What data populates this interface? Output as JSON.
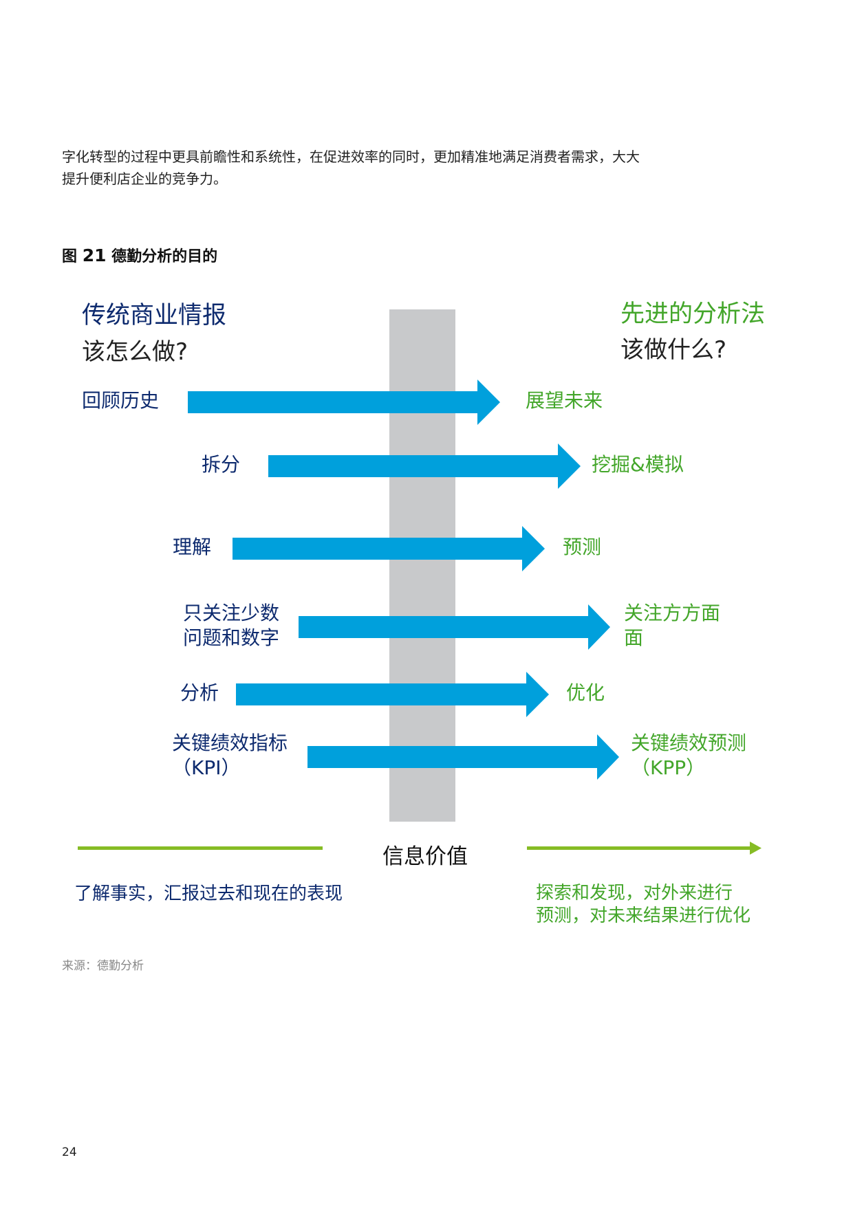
{
  "body_text": {
    "line1": "字化转型的过程中更具前瞻性和系统性，在促进效率的同时，更加精准地满足消费者需求，大大",
    "line2": "提升便利店企业的竞争力。"
  },
  "figure": {
    "prefix": "图",
    "number": "21",
    "title": "德勤分析的目的"
  },
  "diagram": {
    "left_heading": "传统商业情报",
    "left_question": "该怎么做?",
    "right_heading": "先进的分析法",
    "right_question": "该做什么?",
    "rows": [
      {
        "left": [
          "回顾历史"
        ],
        "right": [
          "展望未来"
        ]
      },
      {
        "left": [
          "拆分"
        ],
        "right": [
          "挖掘&模拟"
        ]
      },
      {
        "left": [
          "理解"
        ],
        "right": [
          "预测"
        ]
      },
      {
        "left": [
          "只关注少数",
          "问题和数字"
        ],
        "right": [
          "关注方方面",
          "面"
        ]
      },
      {
        "left": [
          "分析"
        ],
        "right": [
          "优化"
        ]
      },
      {
        "left": [
          "关键绩效指标",
          "（KPI）"
        ],
        "right": [
          "关键绩效预测",
          "（KPP）"
        ]
      }
    ],
    "axis_label": "信息价值",
    "bottom_left": "了解事实，汇报过去和现在的表现",
    "bottom_right": [
      "探索和发现，对外来进行",
      "预测，对未来结果进行优化"
    ],
    "colors": {
      "arrow": "#00a0dc",
      "bar": "#c8c9cb",
      "line": "#86bc25",
      "navy": "#0d2a6e",
      "green": "#43a62a"
    }
  },
  "source": "来源：德勤分析",
  "page_number": "24"
}
